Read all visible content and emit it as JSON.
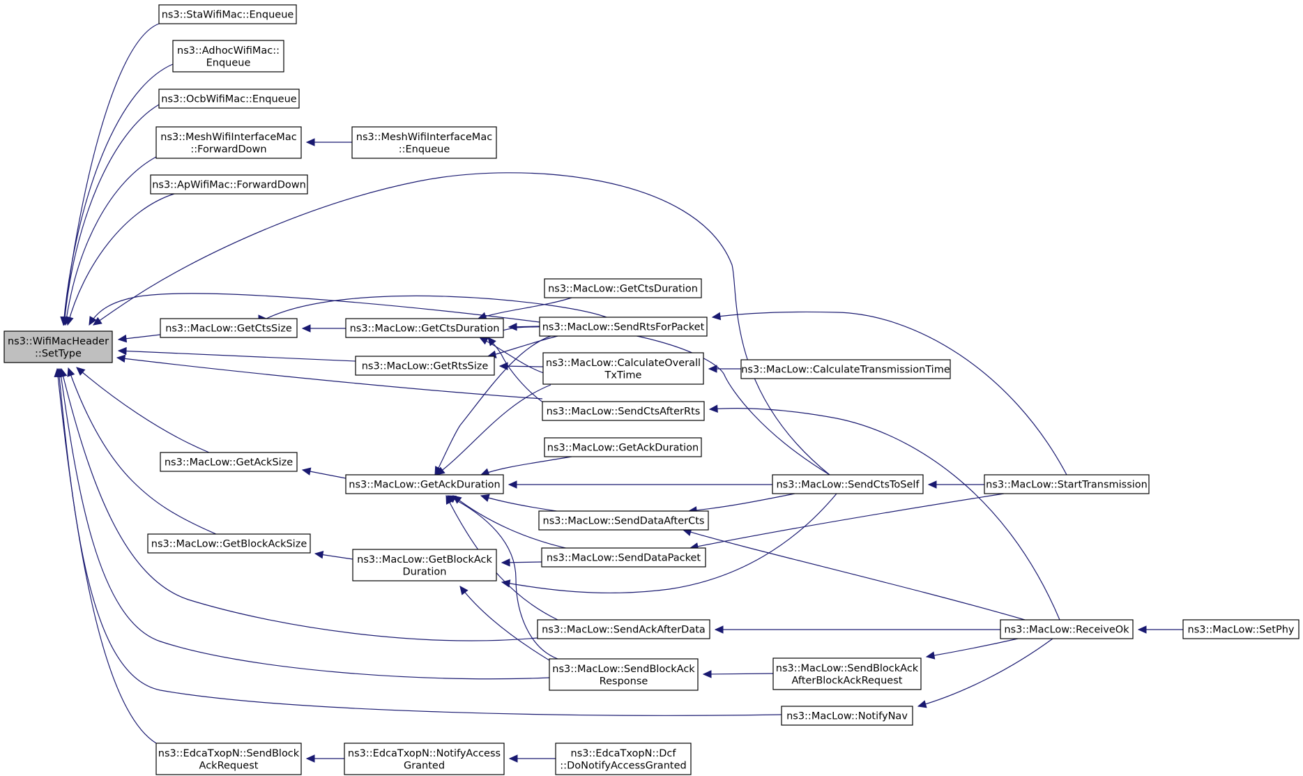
{
  "graph": {
    "nodes": [
      {
        "id": "root",
        "lines": [
          "ns3::WifiMacHeader",
          "::SetType"
        ],
        "highlight": true
      },
      {
        "id": "sta_enqueue",
        "lines": [
          "ns3::StaWifiMac::Enqueue"
        ]
      },
      {
        "id": "adhoc_enqueue",
        "lines": [
          "ns3::AdhocWifiMac::",
          "Enqueue"
        ]
      },
      {
        "id": "ocb_enqueue",
        "lines": [
          "ns3::OcbWifiMac::Enqueue"
        ]
      },
      {
        "id": "mesh_forwarddown",
        "lines": [
          "ns3::MeshWifiInterfaceMac",
          "::ForwardDown"
        ]
      },
      {
        "id": "mesh_enqueue",
        "lines": [
          "ns3::MeshWifiInterfaceMac",
          "::Enqueue"
        ]
      },
      {
        "id": "ap_forwarddown",
        "lines": [
          "ns3::ApWifiMac::ForwardDown"
        ]
      },
      {
        "id": "get_cts_size",
        "lines": [
          "ns3::MacLow::GetCtsSize"
        ]
      },
      {
        "id": "get_cts_duration_a",
        "lines": [
          "ns3::MacLow::GetCtsDuration"
        ]
      },
      {
        "id": "get_cts_duration_b",
        "lines": [
          "ns3::MacLow::GetCtsDuration"
        ]
      },
      {
        "id": "send_rts_for_packet",
        "lines": [
          "ns3::MacLow::SendRtsForPacket"
        ]
      },
      {
        "id": "get_rts_size",
        "lines": [
          "ns3::MacLow::GetRtsSize"
        ]
      },
      {
        "id": "calc_overall_txtime",
        "lines": [
          "ns3::MacLow::CalculateOverall",
          "TxTime"
        ]
      },
      {
        "id": "calc_transmission_time",
        "lines": [
          "ns3::MacLow::CalculateTransmissionTime"
        ]
      },
      {
        "id": "send_cts_after_rts",
        "lines": [
          "ns3::MacLow::SendCtsAfterRts"
        ]
      },
      {
        "id": "get_ack_size",
        "lines": [
          "ns3::MacLow::GetAckSize"
        ]
      },
      {
        "id": "get_ack_duration_a",
        "lines": [
          "ns3::MacLow::GetAckDuration"
        ]
      },
      {
        "id": "get_ack_duration_b",
        "lines": [
          "ns3::MacLow::GetAckDuration"
        ]
      },
      {
        "id": "send_cts_to_self",
        "lines": [
          "ns3::MacLow::SendCtsToSelf"
        ]
      },
      {
        "id": "start_transmission",
        "lines": [
          "ns3::MacLow::StartTransmission"
        ]
      },
      {
        "id": "send_data_after_cts",
        "lines": [
          "ns3::MacLow::SendDataAfterCts"
        ]
      },
      {
        "id": "get_blockack_size",
        "lines": [
          "ns3::MacLow::GetBlockAckSize"
        ]
      },
      {
        "id": "get_blockack_duration",
        "lines": [
          "ns3::MacLow::GetBlockAck",
          "Duration"
        ]
      },
      {
        "id": "send_data_packet",
        "lines": [
          "ns3::MacLow::SendDataPacket"
        ]
      },
      {
        "id": "send_ack_after_data",
        "lines": [
          "ns3::MacLow::SendAckAfterData"
        ]
      },
      {
        "id": "receive_ok",
        "lines": [
          "ns3::MacLow::ReceiveOk"
        ]
      },
      {
        "id": "set_phy",
        "lines": [
          "ns3::MacLow::SetPhy"
        ]
      },
      {
        "id": "send_blockack_response",
        "lines": [
          "ns3::MacLow::SendBlockAck",
          "Response"
        ]
      },
      {
        "id": "send_blockack_after_bar",
        "lines": [
          "ns3::MacLow::SendBlockAck",
          "AfterBlockAckRequest"
        ]
      },
      {
        "id": "notify_nav",
        "lines": [
          "ns3::MacLow::NotifyNav"
        ]
      },
      {
        "id": "edca_send_block_ack_request",
        "lines": [
          "ns3::EdcaTxopN::SendBlock",
          "AckRequest"
        ]
      },
      {
        "id": "edca_notify_access_granted",
        "lines": [
          "ns3::EdcaTxopN::NotifyAccess",
          "Granted"
        ]
      },
      {
        "id": "edca_dcf_do_notify",
        "lines": [
          "ns3::EdcaTxopN::Dcf",
          "::DoNotifyAccessGranted"
        ]
      }
    ],
    "edges": [
      {
        "from": "sta_enqueue",
        "to": "root"
      },
      {
        "from": "adhoc_enqueue",
        "to": "root"
      },
      {
        "from": "ocb_enqueue",
        "to": "root"
      },
      {
        "from": "mesh_forwarddown",
        "to": "root"
      },
      {
        "from": "mesh_enqueue",
        "to": "mesh_forwarddown"
      },
      {
        "from": "ap_forwarddown",
        "to": "root"
      },
      {
        "from": "get_cts_size",
        "to": "root"
      },
      {
        "from": "get_cts_duration_b",
        "to": "get_cts_size"
      },
      {
        "from": "send_rts_for_packet",
        "to": "get_cts_size"
      },
      {
        "from": "get_cts_duration_a",
        "to": "get_cts_duration_b"
      },
      {
        "from": "send_rts_for_packet",
        "to": "get_cts_duration_b"
      },
      {
        "from": "calc_overall_txtime",
        "to": "get_cts_duration_b"
      },
      {
        "from": "send_cts_after_rts",
        "to": "get_cts_duration_b"
      },
      {
        "from": "send_cts_to_self",
        "to": "get_cts_duration_b"
      },
      {
        "from": "get_rts_size",
        "to": "root"
      },
      {
        "from": "calc_overall_txtime",
        "to": "get_rts_size"
      },
      {
        "from": "send_rts_for_packet",
        "to": "get_rts_size"
      },
      {
        "from": "send_rts_for_packet",
        "to": "root"
      },
      {
        "from": "send_cts_to_self",
        "to": "root"
      },
      {
        "from": "send_cts_after_rts",
        "to": "root"
      },
      {
        "from": "calc_transmission_time",
        "to": "calc_overall_txtime"
      },
      {
        "from": "start_transmission",
        "to": "send_rts_for_packet"
      },
      {
        "from": "receive_ok",
        "to": "send_cts_after_rts"
      },
      {
        "from": "get_ack_size",
        "to": "root"
      },
      {
        "from": "get_ack_duration_b",
        "to": "get_ack_size"
      },
      {
        "from": "get_ack_duration_a",
        "to": "get_ack_duration_b"
      },
      {
        "from": "send_cts_to_self",
        "to": "get_ack_duration_b"
      },
      {
        "from": "send_data_after_cts",
        "to": "get_ack_duration_b"
      },
      {
        "from": "send_data_packet",
        "to": "get_ack_duration_b"
      },
      {
        "from": "send_ack_after_data",
        "to": "get_ack_duration_b"
      },
      {
        "from": "send_blockack_response",
        "to": "get_ack_duration_b"
      },
      {
        "from": "send_rts_for_packet",
        "to": "get_ack_duration_b"
      },
      {
        "from": "calc_overall_txtime",
        "to": "get_ack_duration_b"
      },
      {
        "from": "start_transmission",
        "to": "send_cts_to_self"
      },
      {
        "from": "send_cts_to_self",
        "to": "send_data_after_cts"
      },
      {
        "from": "receive_ok",
        "to": "send_data_after_cts"
      },
      {
        "from": "start_transmission",
        "to": "send_data_packet"
      },
      {
        "from": "get_blockack_size",
        "to": "root"
      },
      {
        "from": "get_blockack_duration",
        "to": "get_blockack_size"
      },
      {
        "from": "send_data_packet",
        "to": "get_blockack_duration"
      },
      {
        "from": "send_cts_to_self",
        "to": "get_blockack_duration"
      },
      {
        "from": "send_blockack_response",
        "to": "get_blockack_duration"
      },
      {
        "from": "send_ack_after_data",
        "to": "root"
      },
      {
        "from": "receive_ok",
        "to": "send_ack_after_data"
      },
      {
        "from": "set_phy",
        "to": "receive_ok"
      },
      {
        "from": "send_blockack_response",
        "to": "root"
      },
      {
        "from": "send_blockack_after_bar",
        "to": "send_blockack_response"
      },
      {
        "from": "receive_ok",
        "to": "send_blockack_after_bar"
      },
      {
        "from": "notify_nav",
        "to": "root"
      },
      {
        "from": "receive_ok",
        "to": "notify_nav"
      },
      {
        "from": "edca_send_block_ack_request",
        "to": "root"
      },
      {
        "from": "edca_notify_access_granted",
        "to": "edca_send_block_ack_request"
      },
      {
        "from": "edca_dcf_do_notify",
        "to": "edca_notify_access_granted"
      }
    ]
  }
}
